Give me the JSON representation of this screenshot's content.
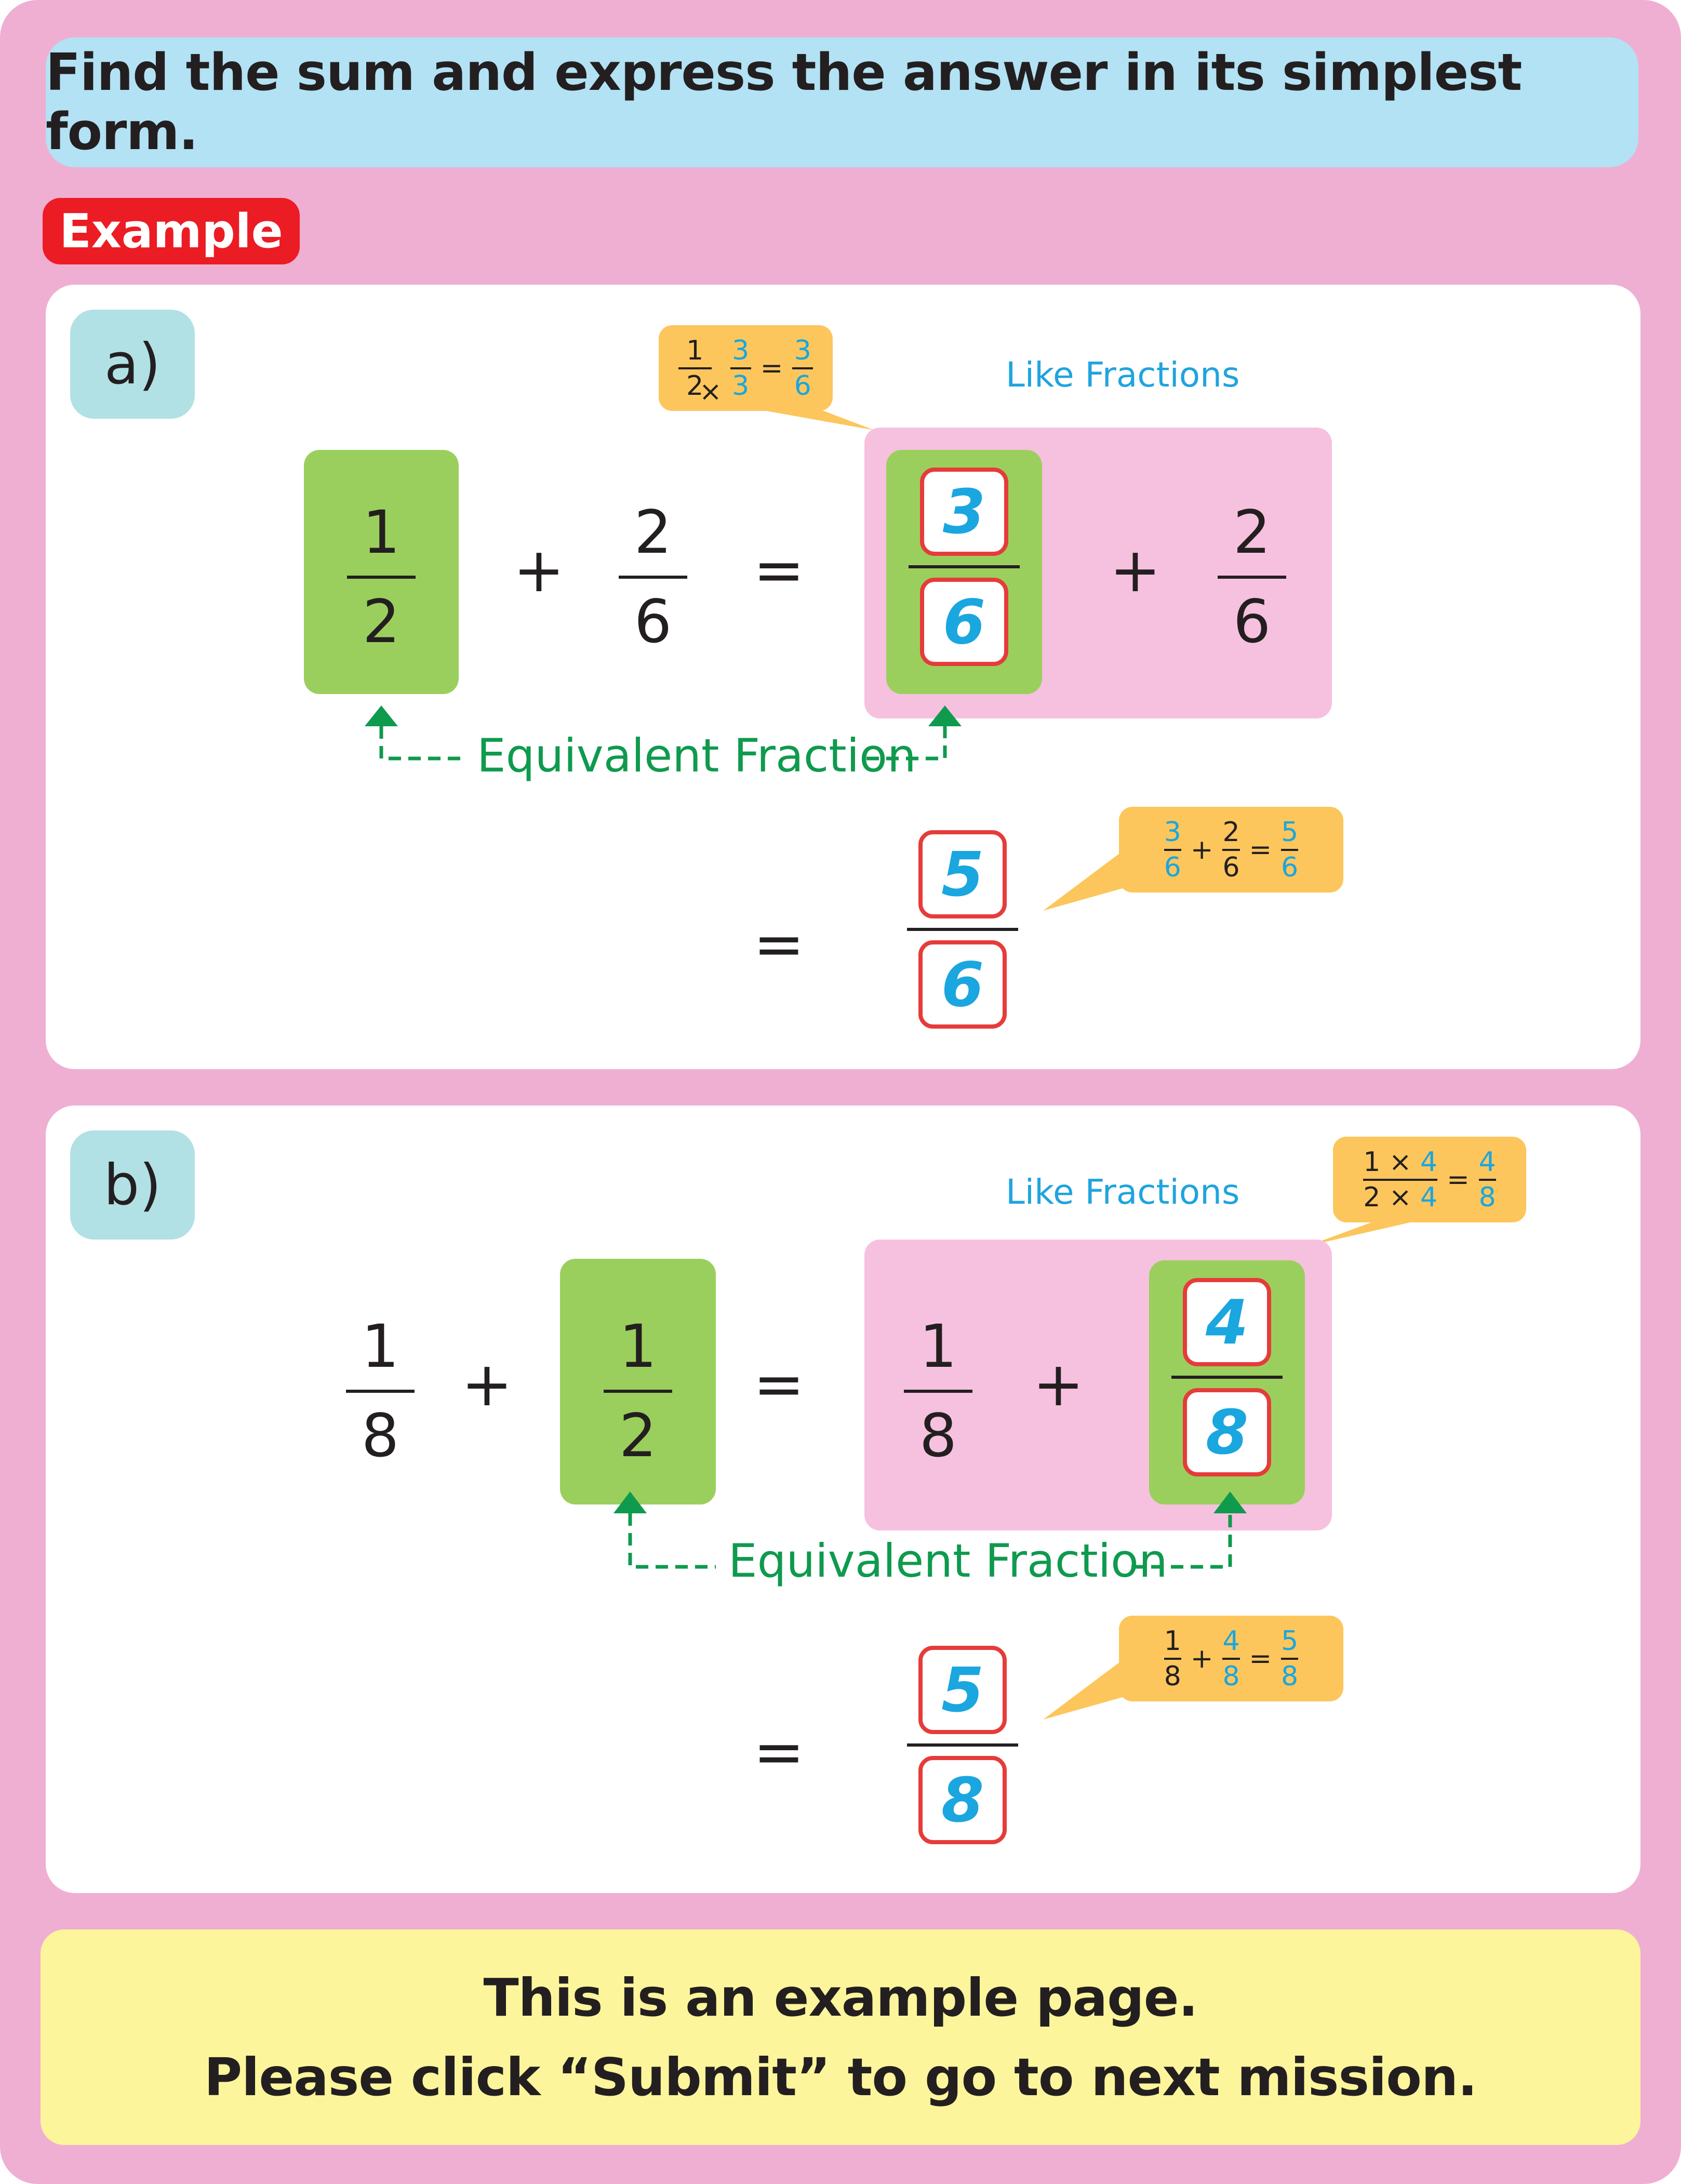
{
  "instruction": "Find the sum and express the answer in its simplest form.",
  "example_badge": "Example",
  "part_a": {
    "label": "a)",
    "like_fractions": "Like Fractions",
    "equivalent_fraction": "Equivalent Fraction",
    "term1": {
      "num": "1",
      "den": "2"
    },
    "plus": "+",
    "equals": "=",
    "term2": {
      "num": "2",
      "den": "6"
    },
    "converted": {
      "num": "3",
      "den": "6"
    },
    "like_term": {
      "num": "2",
      "den": "6"
    },
    "result": {
      "num": "5",
      "den": "6"
    },
    "hint_convert": {
      "a_num": "1",
      "a_den": "2",
      "times": "×",
      "m_num": "3",
      "m_den": "3",
      "eq": "=",
      "r_num": "3",
      "r_den": "6"
    },
    "hint_sum": {
      "a_num": "3",
      "a_den": "6",
      "plus": "+",
      "b_num": "2",
      "b_den": "6",
      "eq": "=",
      "r_num": "5",
      "r_den": "6"
    }
  },
  "part_b": {
    "label": "b)",
    "like_fractions": "Like Fractions",
    "equivalent_fraction": "Equivalent Fraction",
    "term1": {
      "num": "1",
      "den": "8"
    },
    "plus": "+",
    "equals": "=",
    "term2": {
      "num": "1",
      "den": "2"
    },
    "like_term": {
      "num": "1",
      "den": "8"
    },
    "converted": {
      "num": "4",
      "den": "8"
    },
    "result": {
      "num": "5",
      "den": "8"
    },
    "hint_convert": {
      "a_num": "1",
      "times1": "×",
      "m_num": "4",
      "a_den": "2",
      "times2": "×",
      "m_den": "4",
      "eq": "=",
      "r_num": "4",
      "r_den": "8"
    },
    "hint_sum": {
      "a_num": "1",
      "a_den": "8",
      "plus": "+",
      "b_num": "4",
      "b_den": "8",
      "eq": "=",
      "r_num": "5",
      "r_den": "8"
    }
  },
  "footer": {
    "line1": "This is an example page.",
    "line2": "Please click “Submit” to go to next mission."
  },
  "colors": {
    "frame": "#efafd2",
    "instruction_bg": "#b2e2f4",
    "badge": "#ec1c24",
    "highlight_green": "#9bcf5d",
    "like_pink": "#f6c1de",
    "answer_border": "#e53c3a",
    "answer_text": "#1aa6df",
    "equiv_green": "#0f9a4e",
    "hint_bg": "#fcc65c",
    "footer_bg": "#fcf59b"
  }
}
